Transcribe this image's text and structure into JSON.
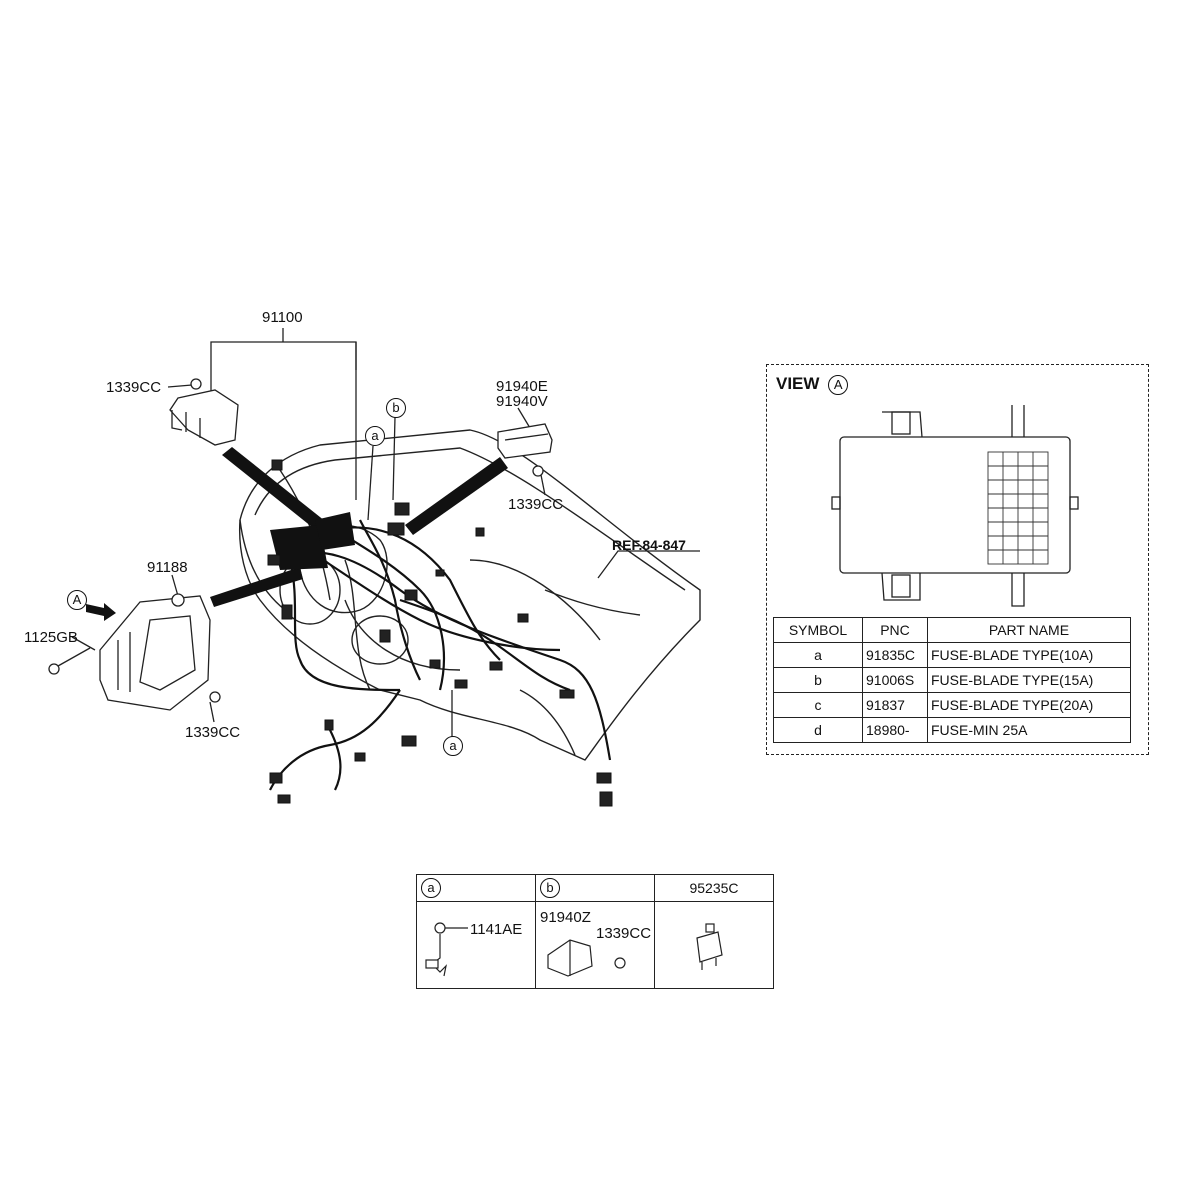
{
  "callouts": {
    "harness_main": "91100",
    "bolt_top": "1339CC",
    "module_e": "91940E",
    "module_v": "91940V",
    "nut_right": "1339CC",
    "ref": "REF.84-847",
    "junction_box": "91188",
    "view_marker": "A",
    "bolt_jb": "1125GB",
    "nut_jb": "1339CC",
    "circle_a_top": "a",
    "circle_b_top": "b",
    "circle_a_bottom": "a"
  },
  "view": {
    "title": "VIEW",
    "marker": "A",
    "table": {
      "headers": [
        "SYMBOL",
        "PNC",
        "PART NAME"
      ],
      "rows": [
        {
          "symbol": "a",
          "pnc": "91835C",
          "part": "FUSE-BLADE TYPE(10A)"
        },
        {
          "symbol": "b",
          "pnc": "91006S",
          "part": "FUSE-BLADE TYPE(15A)"
        },
        {
          "symbol": "c",
          "pnc": "91837",
          "part": "FUSE-BLADE TYPE(20A)"
        },
        {
          "symbol": "d",
          "pnc": "18980-",
          "part": "FUSE-MIN 25A"
        }
      ]
    }
  },
  "parts_table": {
    "col_a": {
      "marker": "a",
      "part": "1141AE"
    },
    "col_b": {
      "marker": "b",
      "part1": "91940Z",
      "part2": "1339CC"
    },
    "col_c": {
      "part": "95235C"
    }
  }
}
